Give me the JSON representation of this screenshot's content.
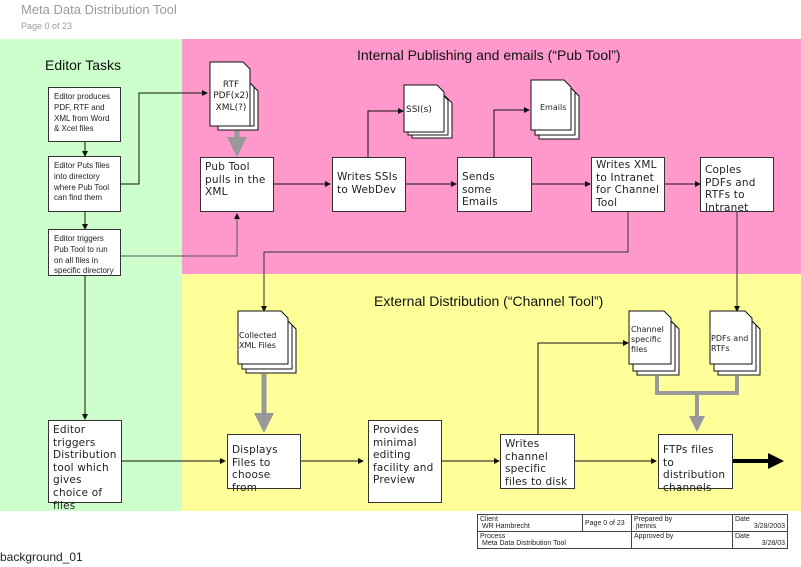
{
  "header": {
    "title": "Meta Data Distribution Tool",
    "page": "Page 0 of 23"
  },
  "lanes": {
    "editor": {
      "title": "Editor Tasks",
      "color": "#ccffcc"
    },
    "pub": {
      "title": "Internal Publishing and emails (“Pub Tool”)",
      "color": "#ff99cc"
    },
    "ext": {
      "title": "External Distribution (“Channel Tool”)",
      "color": "#ffff99"
    }
  },
  "editor_boxes": [
    "Editor produces PDF, RTF and XML from Word & Xcel files",
    "Editor Puts files into directory where Pub Tool can find them",
    "Editor triggers Pub Tool to run on all files in specific directory",
    "Editor triggers Distribution tool which gives choice of files"
  ],
  "pub_boxes": [
    "Pub Tool pulls in the XML",
    "Writes SSIs to WebDev",
    "Sends some Emails",
    "Writes XML to Intranet for Channel Tool",
    "Coples PDFs and RTFs to Intranet"
  ],
  "ext_boxes": [
    "Displays Files to choose from",
    "Provides minimal editing facility and Preview",
    "Writes channel specific files to disk",
    "FTPs files to distribution channels"
  ],
  "documents": {
    "source_files": [
      "RTF",
      "PDF(x2)",
      "XML(?)"
    ],
    "ssi": "SSI(s)",
    "emails": "Emails",
    "collected_xml": [
      "Collected",
      "XML Files"
    ],
    "channel_files": [
      "Channel",
      "specific",
      "files"
    ],
    "pdfs_rtfs": [
      "PDFs and",
      "RTFs"
    ]
  },
  "footer": {
    "label": "background_01"
  },
  "title_block": {
    "client_label": "Client",
    "client_value": "WR Hambrecht",
    "page": "Page 0 of 23",
    "prepared_label": "Prepared by",
    "prepared_value": "jtennis",
    "date_label": "Date",
    "date_value": "3/28/2003",
    "process_label": "Process",
    "process_value": "Meta Data Distribution Tool",
    "approved_label": "Approved by",
    "approved_value": "",
    "date2_label": "Date",
    "date2_value": "3/28/03"
  }
}
